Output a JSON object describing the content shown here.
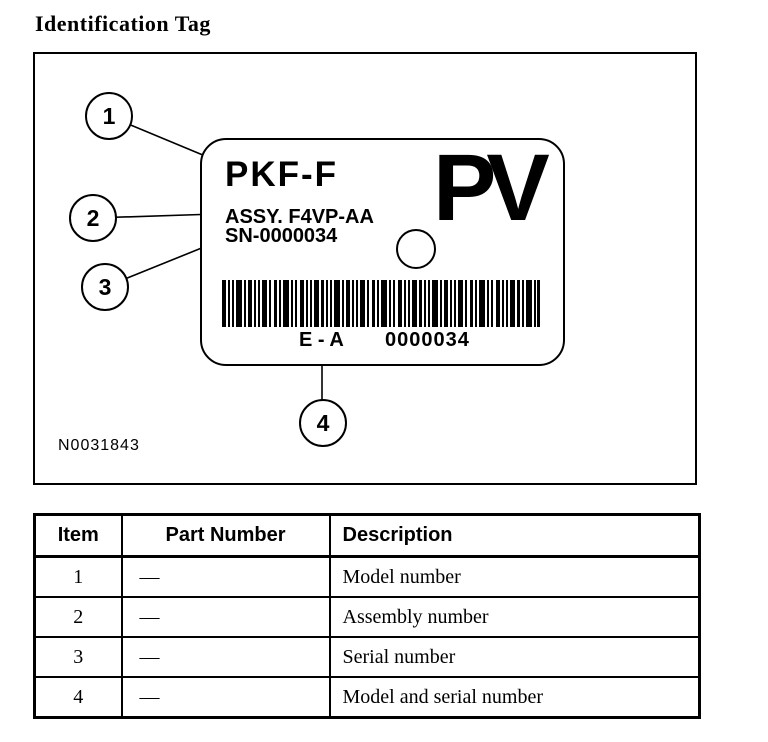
{
  "title": "Identification Tag",
  "diagram": {
    "figure_number": "N0031843",
    "callouts": [
      "1",
      "2",
      "3",
      "4"
    ],
    "tag": {
      "model": "PKF-F",
      "logo": "PV",
      "assembly_line": "ASSY. F4VP-AA",
      "serial_line": "SN-0000034",
      "code_left": "E - A",
      "code_right": "0000034"
    }
  },
  "table": {
    "headers": [
      "Item",
      "Part Number",
      "Description"
    ],
    "rows": [
      {
        "item": "1",
        "part": "—",
        "desc": "Model number"
      },
      {
        "item": "2",
        "part": "—",
        "desc": "Assembly number"
      },
      {
        "item": "3",
        "part": "—",
        "desc": "Serial number"
      },
      {
        "item": "4",
        "part": "—",
        "desc": "Model and serial number"
      }
    ]
  },
  "colors": {
    "ink": "#000000",
    "paper": "#ffffff"
  }
}
